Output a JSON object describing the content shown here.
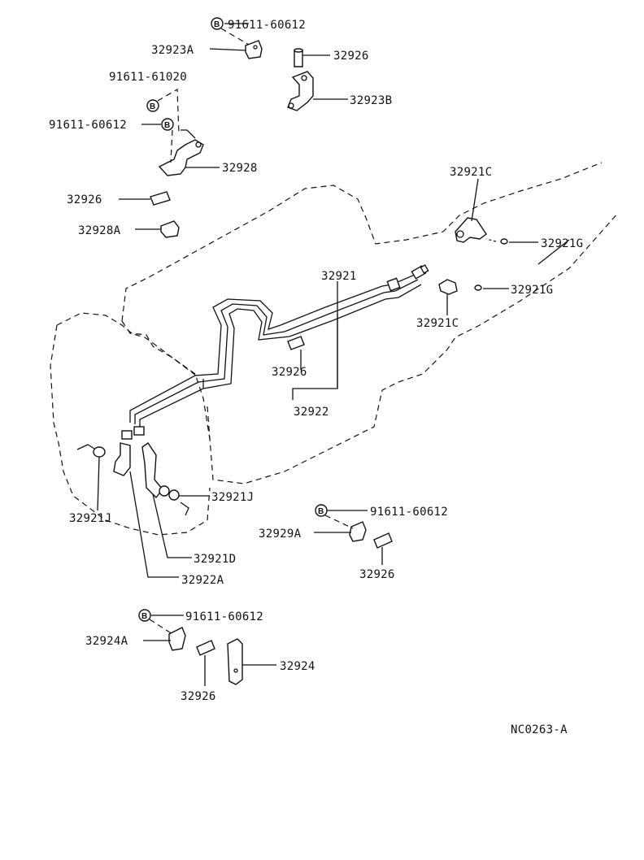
{
  "labels": {
    "bolt_top": "91611-60612",
    "p32923a": "32923A",
    "p32926_top": "32926",
    "bolt_61020": "91611-61020",
    "p32923b": "32923B",
    "bolt_mid_left": "91611-60612",
    "p32928": "32928",
    "p32926_left": "32926",
    "p32928a": "32928A",
    "p32921c_top": "32921C",
    "p32921g_top": "32921G",
    "p32921": "32921",
    "p32921g_mid": "32921G",
    "p32921c_mid": "32921C",
    "p32926_center": "32926",
    "p32922": "32922",
    "p32921j_right": "32921J",
    "p32921j_left": "32921J",
    "bolt_right": "91611-60612",
    "p32929a": "32929A",
    "p32921d": "32921D",
    "p32926_right": "32926",
    "p32922a": "32922A",
    "bolt_bottom": "91611-60612",
    "p32924a": "32924A",
    "p32924": "32924",
    "p32926_bottom": "32926",
    "diagram_code": "NC0263-A"
  },
  "bolt_marker": "B"
}
